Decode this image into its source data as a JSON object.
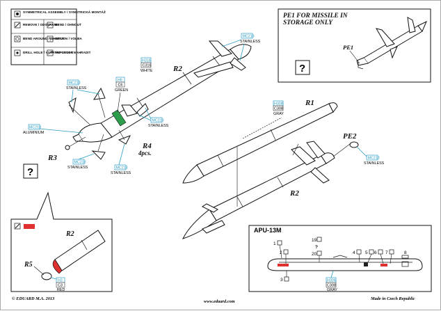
{
  "legend": {
    "items": [
      {
        "icon": "symmetrical-assembly-icon",
        "text": "SYMMETRICAL ASSEMBLY / SYMETRICKÁ MONTÁŽ"
      },
      {
        "icon": "remove-icon",
        "text": "REMOVE / ODSTRANIT"
      },
      {
        "icon": "bend-icon",
        "text": "BEND / OHNOUT"
      },
      {
        "icon": "bend-around-icon",
        "text": "BEND AROUND / OHNOUT"
      },
      {
        "icon": "option-icon",
        "text": "OPTION / VOLBA"
      },
      {
        "icon": "drill-hole-icon",
        "text": "DRILL HOLE / VYVRTAT OTVOR"
      },
      {
        "icon": "replace-icon",
        "text": "REPLACE / NAHRADIT"
      }
    ]
  },
  "pe1_panel": {
    "title_line1": "PE1 FOR MISSILE IN",
    "title_line2": "STORAGE ONLY",
    "part_label": "PE1",
    "question_mark": "?"
  },
  "detail_panel": {
    "question_mark": "?",
    "part_r2": "R2",
    "part_r5": "R5",
    "color_code": "H3",
    "color_code2": "C3",
    "color_name": "RED"
  },
  "apu_panel": {
    "title": "APU-13M",
    "callouts": [
      "1",
      "2",
      "3",
      "4",
      "5",
      "6",
      "7",
      "8",
      "19",
      "20"
    ],
    "color_code": "H306",
    "color_code2": "C308",
    "color_name": "GRAY"
  },
  "main_labels": {
    "r1": "R1",
    "r2_top": "R2",
    "r2_bottom": "R2",
    "r3": "R3",
    "r4": "R4",
    "r4_count": "4pcs.",
    "pe2": "PE2"
  },
  "color_tags": [
    {
      "code1": "H316",
      "code2": "C316",
      "name": "WHITE"
    },
    {
      "code1": "H6",
      "code2": "C6",
      "name": "GREEN"
    },
    {
      "code1": "H308",
      "code2": "C308",
      "name": "GRAY"
    },
    {
      "code1": "MC218",
      "code2": "",
      "name": "ALUMINIUM"
    }
  ],
  "metal_tags": {
    "mc213_top": "MC213",
    "stainless": "STAINLESS",
    "mc213_left": "MC213",
    "mc213_right": "MC213",
    "mc213_low1": "MC213",
    "mc213_low2": "MC213",
    "mc213_pe2": "MC213"
  },
  "footer": {
    "left": "© EDUARD   M.A. 2013",
    "center": "www.eduard.com",
    "right": "Made in Czech Republic"
  }
}
